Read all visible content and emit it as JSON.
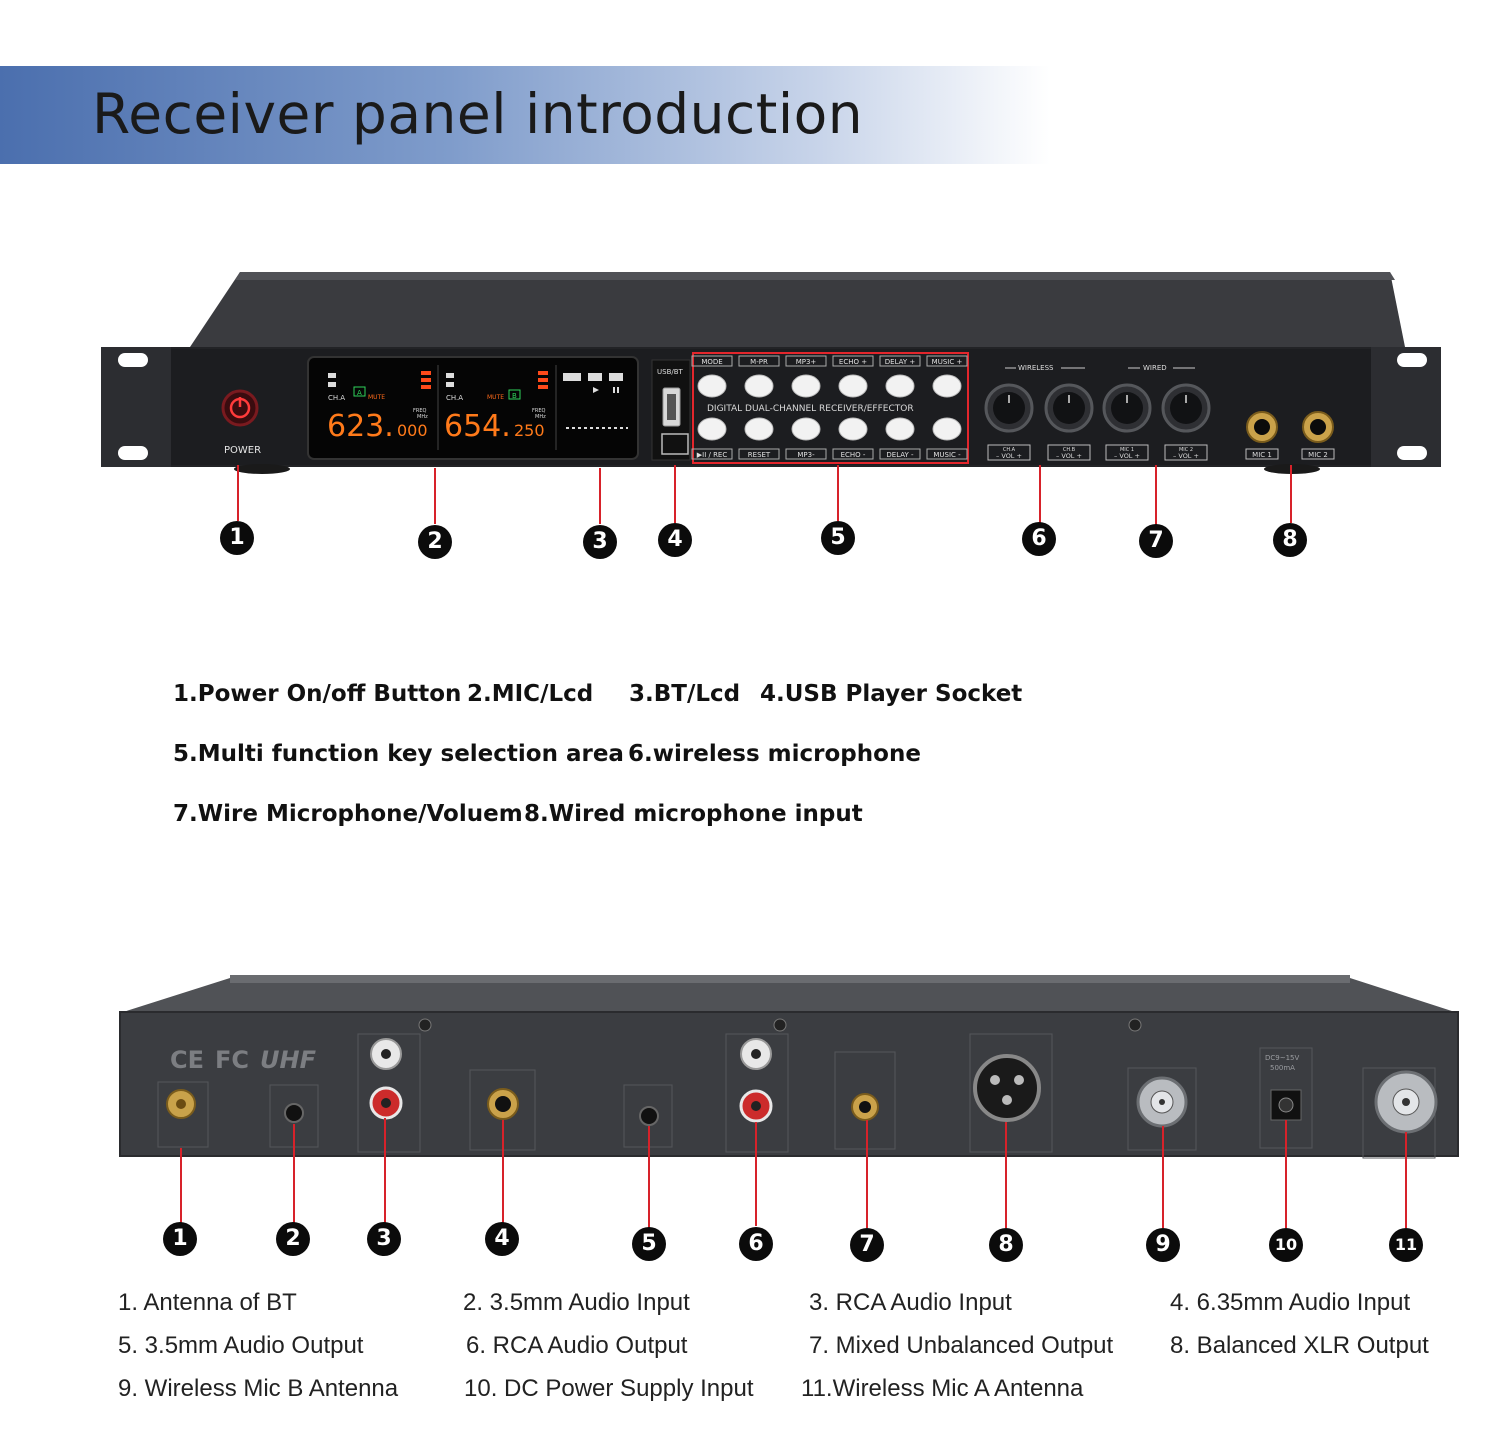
{
  "title": "Receiver panel introduction",
  "front": {
    "power_label": "POWER",
    "usb_label": "USB/BT",
    "panel_caption": "DIGITAL DUAL-CHANNEL RECEIVER/EFFECTOR",
    "lcd": {
      "ch_a": "CH.A",
      "mute": "MUTE",
      "freq": "FREQ",
      "mhz": "MHz",
      "freq_a_main": "623.",
      "freq_a_dec": "000",
      "freq_b_main": "654.",
      "freq_b_dec": "250",
      "ant_a": "A",
      "ant_b": "B"
    },
    "top_keys": [
      "MODE",
      "M-PR",
      "MP3+",
      "ECHO +",
      "DELAY +",
      "MUSIC +"
    ],
    "bottom_keys": [
      "▶II / REC",
      "RESET",
      "MP3-",
      "ECHO -",
      "DELAY -",
      "MUSIC -"
    ],
    "wireless_label": "WIRELESS",
    "wired_label": "WIRED",
    "knob_labels": [
      {
        "name": "CH.A",
        "vol": "– VOL +"
      },
      {
        "name": "CH.B",
        "vol": "– VOL +"
      },
      {
        "name": "MIC 1",
        "vol": "– VOL +"
      },
      {
        "name": "MIC 2",
        "vol": "– VOL +"
      }
    ],
    "jack_labels": [
      "MIC 1",
      "MIC 2"
    ],
    "callouts": [
      "1",
      "2",
      "3",
      "4",
      "5",
      "6",
      "7",
      "8"
    ]
  },
  "front_legend": {
    "line1": [
      "1.Power On/off Button",
      "2.MIC/Lcd",
      "3.BT/Lcd",
      "4.USB Player Socket"
    ],
    "line2": [
      "5.Multi function key selection area",
      "6.wireless microphone"
    ],
    "line3": [
      "7.Wire Microphone/Voluem",
      "8.Wired microphone input"
    ]
  },
  "back": {
    "logos": [
      "CE",
      "FC",
      "UHF"
    ],
    "dc_label": "DC9~15V",
    "dc_current": "500mA",
    "callouts": [
      "1",
      "2",
      "3",
      "4",
      "5",
      "6",
      "7",
      "8",
      "9",
      "10",
      "11"
    ]
  },
  "back_legend": [
    "1. Antenna of BT",
    "2. 3.5mm Audio Input",
    "3. RCA Audio Input",
    "4. 6.35mm Audio Input",
    "5. 3.5mm Audio Output",
    "6. RCA Audio Output",
    "7. Mixed Unbalanced Output",
    "8. Balanced XLR Output",
    "9. Wireless Mic B Antenna",
    "10. DC Power Supply Input",
    "11.Wireless Mic A Antenna"
  ],
  "colors": {
    "accent_red": "#d7222a",
    "banner": "#4b6fae",
    "lcd_orange": "#ff7a1a"
  }
}
